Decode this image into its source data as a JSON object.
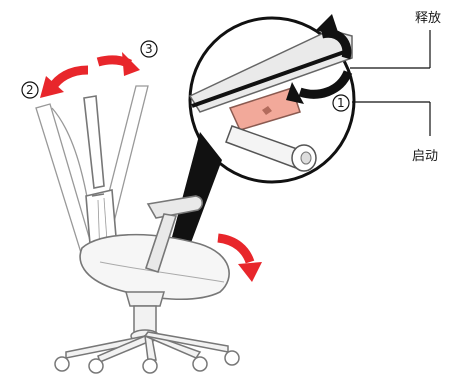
{
  "labels": {
    "release": "释放",
    "activate": "启动"
  },
  "steps": {
    "one": "1",
    "two": "2",
    "three": "3"
  },
  "colors": {
    "arrow_red": "#e8262b",
    "arrow_black": "#111111",
    "lever_pink": "#f2a99a",
    "chair_outline": "#777777"
  }
}
